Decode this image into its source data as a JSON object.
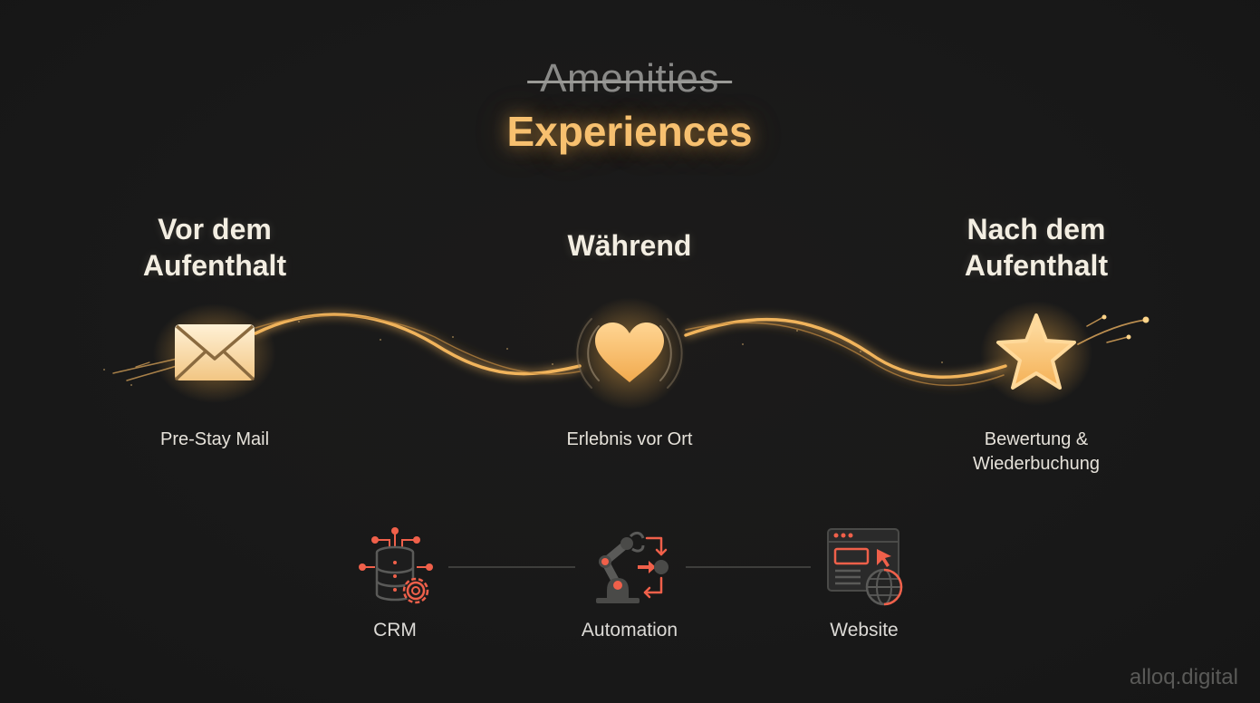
{
  "header": {
    "struck_title": "Amenities",
    "title": "Experiences"
  },
  "journey": {
    "phases": [
      {
        "title_line1": "Vor dem",
        "title_line2": "Aufenthalt",
        "icon": "envelope-icon",
        "caption_line1": "Pre-Stay Mail",
        "caption_line2": ""
      },
      {
        "title_line1": "Während",
        "title_line2": "",
        "icon": "heart-icon",
        "caption_line1": "Erlebnis vor Ort",
        "caption_line2": ""
      },
      {
        "title_line1": "Nach dem",
        "title_line2": "Aufenthalt",
        "icon": "star-icon",
        "caption_line1": "Bewertung &",
        "caption_line2": "Wiederbuchung"
      }
    ]
  },
  "tools": [
    {
      "label": "CRM",
      "icon": "database-gear-icon"
    },
    {
      "label": "Automation",
      "icon": "robot-arm-icon"
    },
    {
      "label": "Website",
      "icon": "browser-globe-icon"
    }
  ],
  "watermark": "alloq.digital",
  "colors": {
    "background": "#191919",
    "gold": "#f7c06f",
    "gold_glow": "#f5b04a",
    "accent_red": "#f0604a",
    "icon_gray": "#4a4a4a",
    "struck_gray": "#8a8a88"
  }
}
